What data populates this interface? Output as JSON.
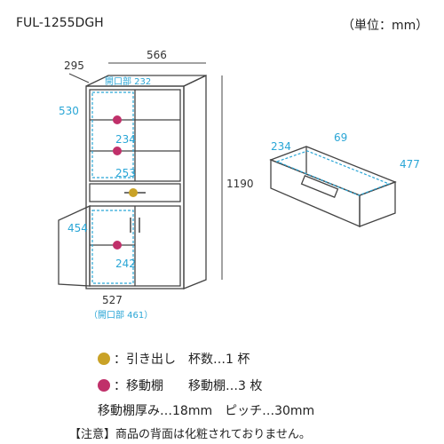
{
  "header": {
    "model": "FUL-1255DGH",
    "unit": "（単位：mm）"
  },
  "cabinet_dims": {
    "depth": "295",
    "width": "566",
    "height": "1190",
    "upper_opening": "開口部 232",
    "upper_height": "530",
    "shelf_width": "234",
    "lower_shelf_width": "253",
    "lower_height": "454",
    "lower_inner": "242",
    "bottom_width": "527",
    "bottom_opening": "（開口部 461）"
  },
  "drawer_dims": {
    "a": "234",
    "b": "69",
    "c": "477"
  },
  "legend": {
    "drawer_label": "：引き出し　杯数…1 杯",
    "shelf_label": "：移動棚　　移動棚…3 枚",
    "shelf_detail": "移動棚厚み…18mm　ピッチ…30mm",
    "note": "【注意】商品の背面は化粧されておりません。"
  },
  "colors": {
    "accent": "#2aa6d6",
    "drawer_icon": "#c9a227",
    "shelf_icon": "#c0306a"
  }
}
